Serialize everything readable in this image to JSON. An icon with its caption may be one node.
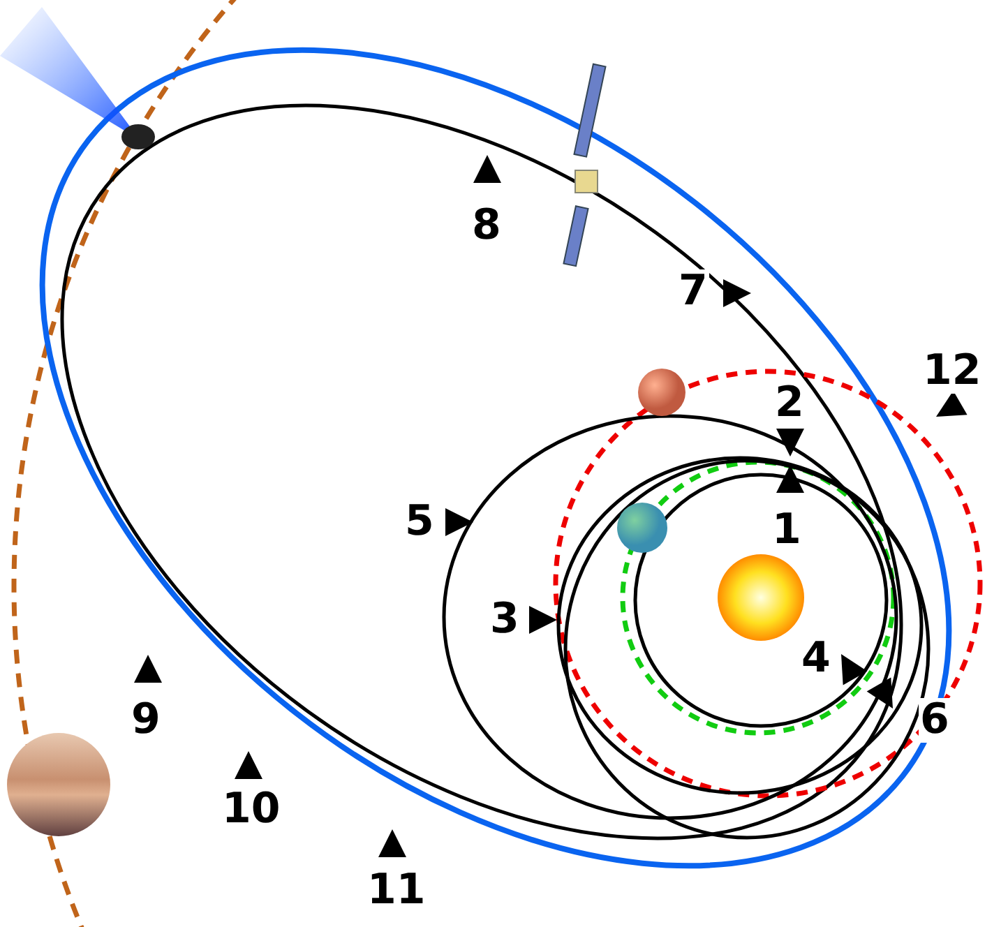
{
  "diagram": {
    "labels": [
      "8",
      "7",
      "12",
      "2",
      "5",
      "1",
      "3",
      "4",
      "6",
      "9",
      "10",
      "11"
    ]
  }
}
